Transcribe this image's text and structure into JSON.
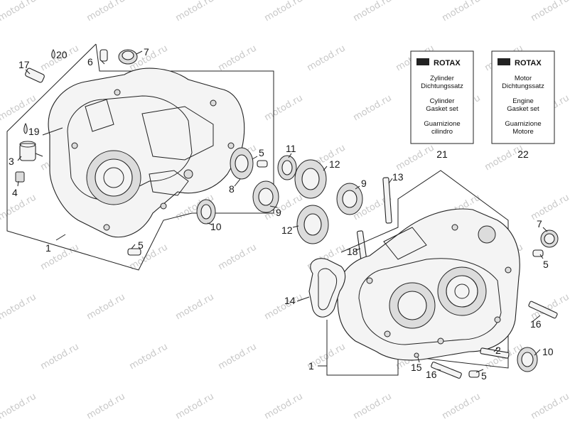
{
  "watermark": "motod.ru",
  "callouts": [
    {
      "id": "c1a",
      "text": "1"
    },
    {
      "id": "c1b",
      "text": "1"
    },
    {
      "id": "c2",
      "text": "2"
    },
    {
      "id": "c3",
      "text": "3"
    },
    {
      "id": "c4",
      "text": "4"
    },
    {
      "id": "c5a",
      "text": "5"
    },
    {
      "id": "c5b",
      "text": "5"
    },
    {
      "id": "c5c",
      "text": "5"
    },
    {
      "id": "c5d",
      "text": "5"
    },
    {
      "id": "c6",
      "text": "6"
    },
    {
      "id": "c7a",
      "text": "7"
    },
    {
      "id": "c7b",
      "text": "7"
    },
    {
      "id": "c8",
      "text": "8"
    },
    {
      "id": "c9a",
      "text": "9"
    },
    {
      "id": "c9b",
      "text": "9"
    },
    {
      "id": "c10a",
      "text": "10"
    },
    {
      "id": "c10b",
      "text": "10"
    },
    {
      "id": "c11",
      "text": "11"
    },
    {
      "id": "c12a",
      "text": "12"
    },
    {
      "id": "c12b",
      "text": "12"
    },
    {
      "id": "c13",
      "text": "13"
    },
    {
      "id": "c14",
      "text": "14"
    },
    {
      "id": "c15",
      "text": "15"
    },
    {
      "id": "c16a",
      "text": "16"
    },
    {
      "id": "c16b",
      "text": "16"
    },
    {
      "id": "c17",
      "text": "17"
    },
    {
      "id": "c18",
      "text": "18"
    },
    {
      "id": "c19",
      "text": "19"
    },
    {
      "id": "c20",
      "text": "20"
    }
  ],
  "kits": [
    {
      "brand": "ROTAX",
      "lines": [
        "Zylinder",
        "Dichtungssatz",
        "Cylinder",
        "Gasket set",
        "Guarnizione",
        "cilindro"
      ],
      "number": "21"
    },
    {
      "brand": "ROTAX",
      "lines": [
        "Motor",
        "Dichtungssatz",
        "Engine",
        "Gasket set",
        "Guarnizione",
        "Motore"
      ],
      "number": "22"
    }
  ]
}
